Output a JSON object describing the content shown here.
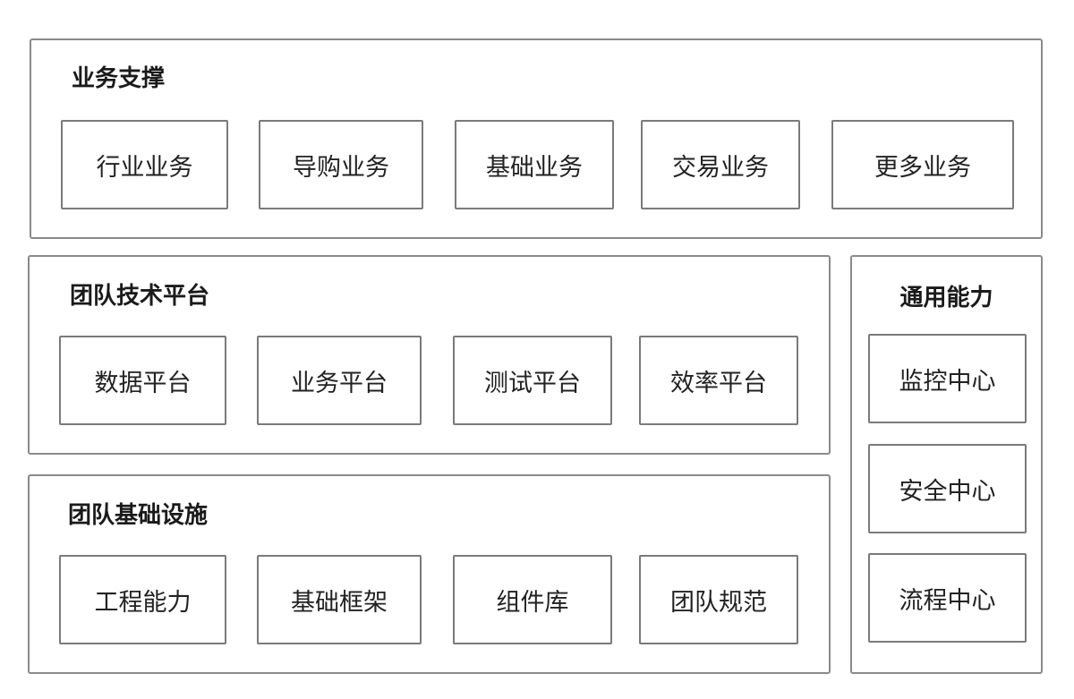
{
  "business_support": {
    "title": "业务支撑",
    "items": [
      "行业业务",
      "导购业务",
      "基础业务",
      "交易业务",
      "更多业务"
    ]
  },
  "team_tech_platform": {
    "title": "团队技术平台",
    "items": [
      "数据平台",
      "业务平台",
      "测试平台",
      "效率平台"
    ]
  },
  "team_infrastructure": {
    "title": "团队基础设施",
    "items": [
      "工程能力",
      "基础框架",
      "组件库",
      "团队规范"
    ]
  },
  "common_capabilities": {
    "title": "通用能力",
    "items": [
      "监控中心",
      "安全中心",
      "流程中心"
    ]
  },
  "colors": {
    "border": "#8a8a8a",
    "text": "#222222",
    "background": "#ffffff"
  }
}
